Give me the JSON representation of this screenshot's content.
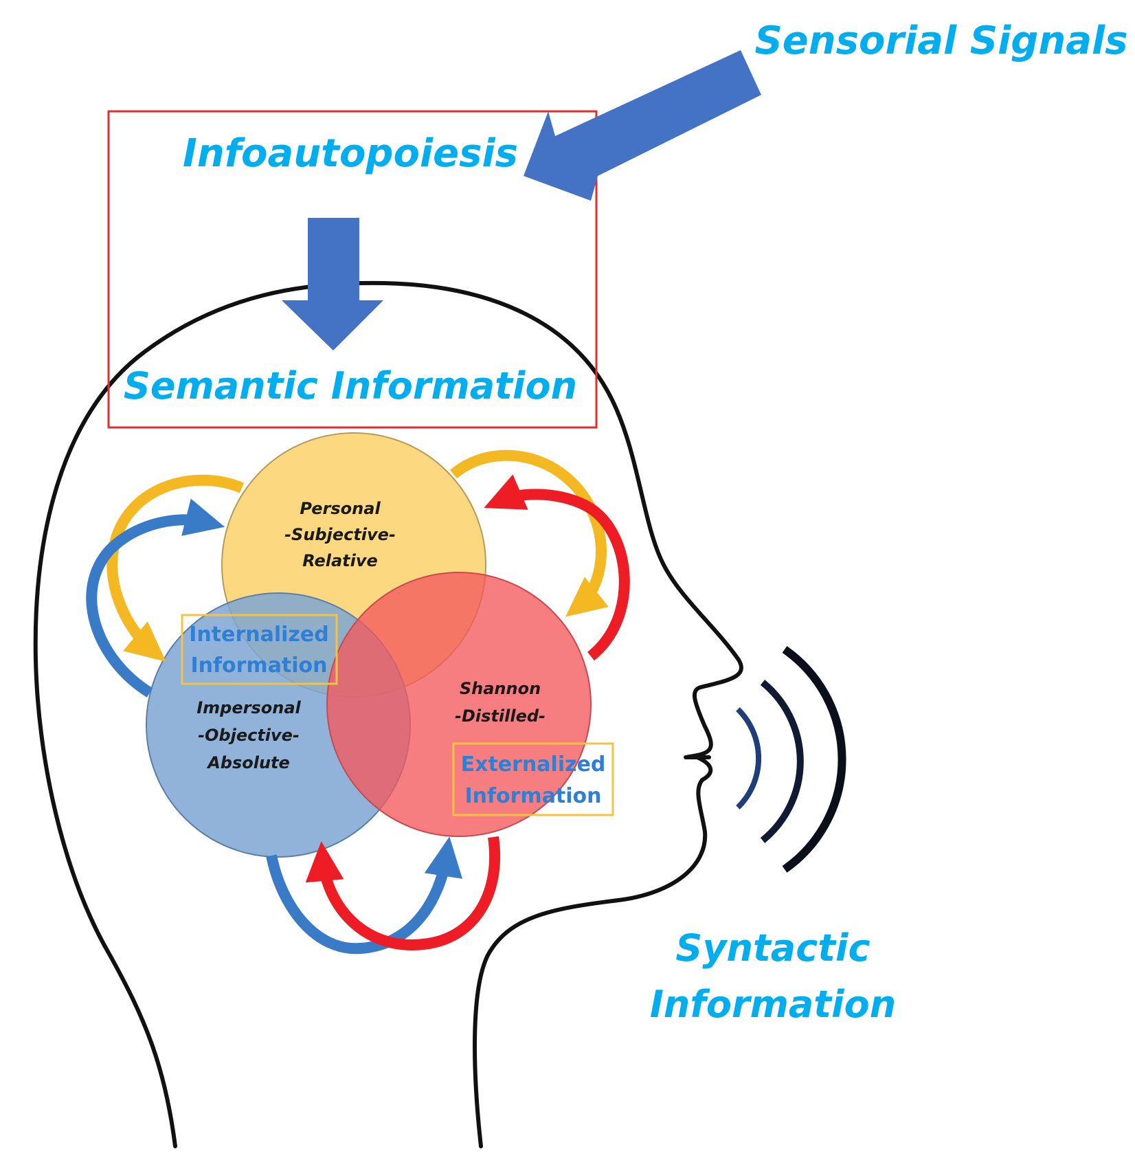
{
  "labels": {
    "sensorial_signals": "Sensorial Signals",
    "infoautopoiesis": "Infoautopoiesis",
    "semantic_information": "Semantic Information",
    "syntactic_line1": "Syntactic",
    "syntactic_line2": "Information"
  },
  "circles": {
    "personal": {
      "line1": "Personal",
      "line2": "-Subjective-",
      "line3": "Relative"
    },
    "impersonal": {
      "line1": "Impersonal",
      "line2": "-Objective-",
      "line3": "Absolute"
    },
    "shannon": {
      "line1": "Shannon",
      "line2": "-Distilled-"
    }
  },
  "boxes": {
    "internalized": {
      "line1": "Internalized",
      "line2": "Information"
    },
    "externalized": {
      "line1": "Externalized",
      "line2": "Information"
    }
  },
  "colors": {
    "label_cyan": "#00aeef",
    "arrow_blue": "#4472c4",
    "circle_yellow": "#fcd26b",
    "circle_blue": "#7ea6d4",
    "circle_red": "#f45a5e",
    "frame_red": "#ee2b2b",
    "box_yellow": "#f5c342",
    "curve_yellow": "#f4b822",
    "curve_blue": "#3a7bc8",
    "curve_red": "#ee1c24"
  }
}
